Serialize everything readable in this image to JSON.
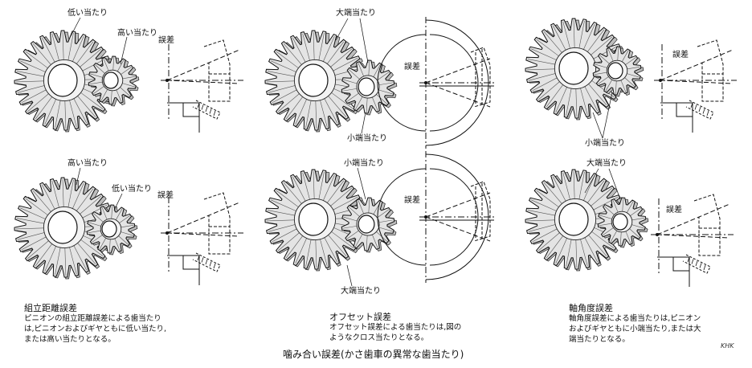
{
  "figure_title": "噛み合い誤差(かさ歯車の異常な歯当たり)",
  "credit": "KHK",
  "panels": [
    {
      "title": "組立距離誤差",
      "desc": [
        "ピニオンの組立距離誤差による歯当たり",
        "は,ピニオンおよびギヤともに低い当たり,",
        "または高い当たりとなる。"
      ],
      "top_labels": [
        "低い当たり",
        "高い当たり",
        "誤差"
      ],
      "bottom_labels": [
        "高い当たり",
        "低い当たり",
        "誤差"
      ]
    },
    {
      "title": "オフセット誤差",
      "desc": [
        "オフセット誤差による歯当たりは,図の",
        "ようなクロス当たりとなる。"
      ],
      "top_labels": [
        "大端当たり",
        "誤差",
        "小端当たり"
      ],
      "bottom_labels": [
        "小端当たり",
        "誤差",
        "大端当たり"
      ]
    },
    {
      "title": "軸角度誤差",
      "desc": [
        "軸角度誤差による歯当たりは,ピニオン",
        "およびギヤともに小端当たり,または大",
        "端当たりとなる。"
      ],
      "top_labels": [
        "誤差",
        "小端当たり"
      ],
      "bottom_labels": [
        "大端当たり",
        "誤差"
      ]
    }
  ]
}
